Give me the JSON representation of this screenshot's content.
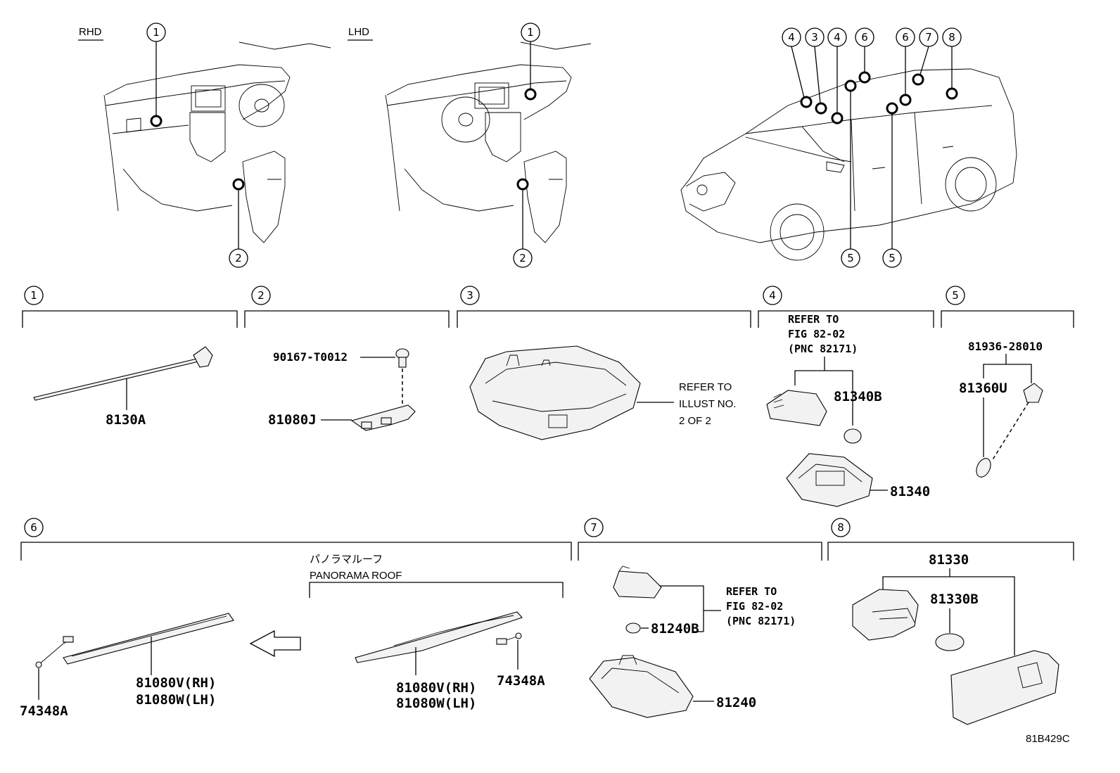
{
  "views": {
    "rhd": "RHD",
    "lhd": "LHD"
  },
  "markers": {
    "rhd_top": "1",
    "rhd_bottom": "2",
    "lhd_top": "1",
    "lhd_bottom": "2",
    "car": [
      "4",
      "3",
      "4",
      "6",
      "6",
      "7",
      "8",
      "5",
      "5"
    ]
  },
  "sections": {
    "s1": "1",
    "s2": "2",
    "s3": "3",
    "s4": "4",
    "s5": "5",
    "s6": "6",
    "s7": "7",
    "s8": "8"
  },
  "parts": {
    "p8130A": "8130A",
    "p90167": "90167-T0012",
    "p81080J": "81080J",
    "refer3_a": "REFER TO",
    "refer3_b": "ILLUST NO.",
    "refer3_c": "2 OF 2",
    "refer4_a": "REFER TO",
    "refer4_b": "FIG 82-02",
    "refer4_c": "(PNC 82171)",
    "p81340B": "81340B",
    "p81340": "81340",
    "p81936": "81936-28010",
    "p81360U": "81360U",
    "panorama_jp": "パノラマルーフ",
    "panorama_en": "PANORAMA ROOF",
    "p81080V_left": "81080V(RH)",
    "p81080W_left": "81080W(LH)",
    "p74348A_left": "74348A",
    "p81080V_right": "81080V(RH)",
    "p81080W_right": "81080W(LH)",
    "p74348A_right": "74348A",
    "refer7_a": "REFER TO",
    "refer7_b": "FIG 82-02",
    "refer7_c": "(PNC 82171)",
    "p81240B": "81240B",
    "p81240": "81240",
    "p81330": "81330",
    "p81330B": "81330B"
  },
  "figure_code": "81B429C"
}
